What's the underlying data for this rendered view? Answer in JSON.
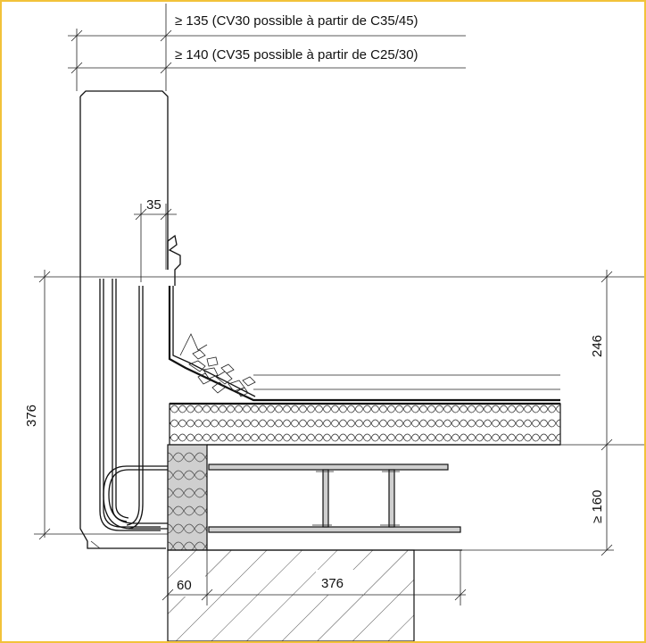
{
  "dimensions": {
    "cover_cv30": "≥ 135 (CV30 possible à partir de C35/45)",
    "cover_cv35": "≥ 140 (CV35 possible à partir de C25/30)",
    "gap_35": "35",
    "height_376": "376",
    "insulation_246": "246",
    "slab_160": "≥ 160",
    "width_60": "60",
    "width_376": "376"
  },
  "colors": {
    "frame_border": "#f2c23a",
    "insulation_block": "#cfcfcf",
    "line": "#111111"
  }
}
